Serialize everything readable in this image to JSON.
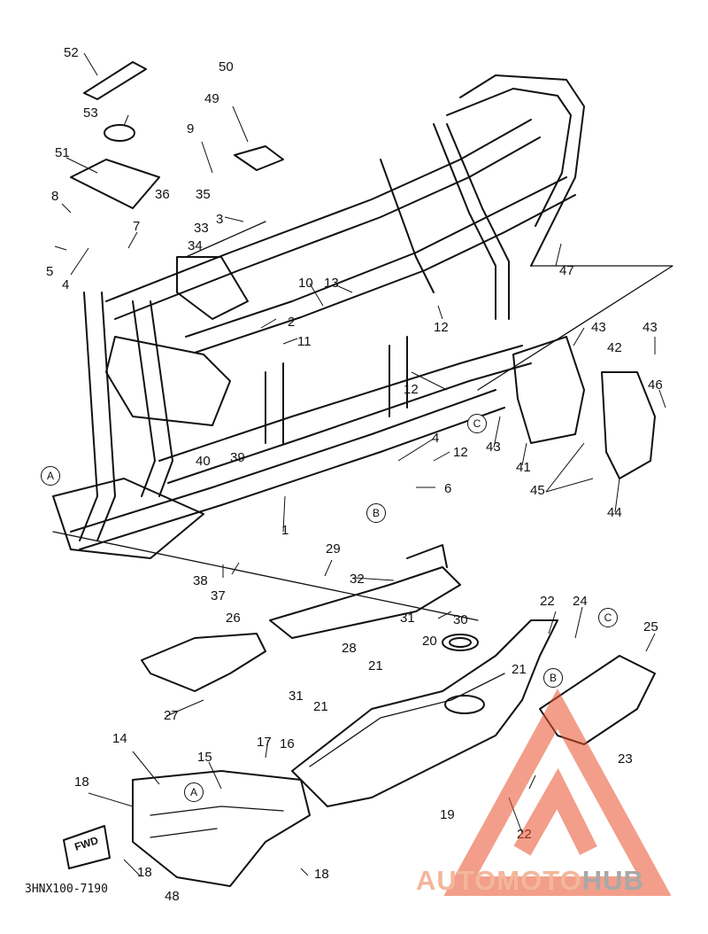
{
  "diagram": {
    "code": "3HNX100-7190",
    "fwd_label": "FWD",
    "callouts": [
      "A",
      "B",
      "C"
    ],
    "parts": [
      "1",
      "2",
      "3",
      "4",
      "5",
      "6",
      "7",
      "8",
      "9",
      "10",
      "11",
      "12",
      "13",
      "14",
      "15",
      "16",
      "17",
      "18",
      "19",
      "20",
      "21",
      "22",
      "23",
      "24",
      "25",
      "26",
      "27",
      "28",
      "29",
      "30",
      "31",
      "32",
      "33",
      "34",
      "35",
      "36",
      "37",
      "38",
      "39",
      "40",
      "41",
      "42",
      "43",
      "44",
      "45",
      "46",
      "47",
      "48",
      "49",
      "50",
      "51",
      "52",
      "53"
    ]
  },
  "watermark": {
    "part1": "AUTOMOTO",
    "part2": "HUB",
    "colors": {
      "triangle": "#e8502c",
      "text_main": "#f3b79b",
      "text_hub": "#a8a8a8"
    }
  }
}
